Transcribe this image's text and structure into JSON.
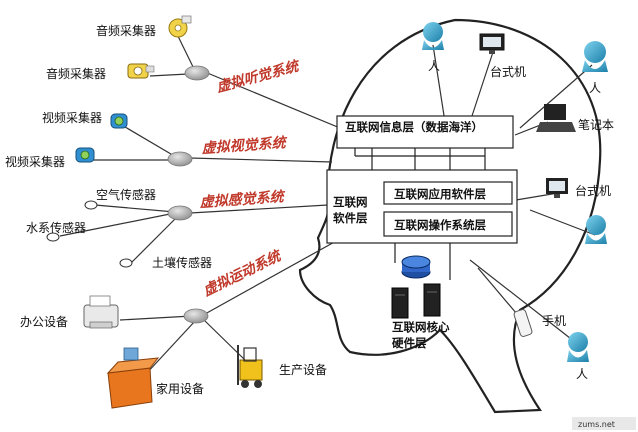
{
  "hearing": {
    "system": "虚拟听觉系统",
    "collectors": [
      "音频采集器",
      "音频采集器"
    ]
  },
  "vision": {
    "system": "虚拟视觉系统",
    "collectors": [
      "视频采集器",
      "视频采集器"
    ]
  },
  "sense": {
    "system": "虚拟感觉系统",
    "sensors": [
      "空气传感器",
      "水系传感器",
      "土壤传感器"
    ]
  },
  "motion": {
    "system": "虚拟运动系统",
    "devices": [
      "办公设备",
      "家用设备",
      "生产设备"
    ]
  },
  "layers": {
    "info": "互联网信息层（数据海洋）",
    "software": "互联网\n软件层",
    "app": "互联网应用软件层",
    "os": "互联网操作系统层",
    "hardware": "互联网核心\n硬件层"
  },
  "terminals": {
    "person": "人",
    "desktop_top": "台式机",
    "laptop": "笔记本",
    "desktop_mid": "台式机",
    "phone": "手机"
  },
  "watermark": "zums.net",
  "colors": {
    "system_label": "#c0392b",
    "hub": "#a9a9a9",
    "person": "#2b9fc7"
  }
}
